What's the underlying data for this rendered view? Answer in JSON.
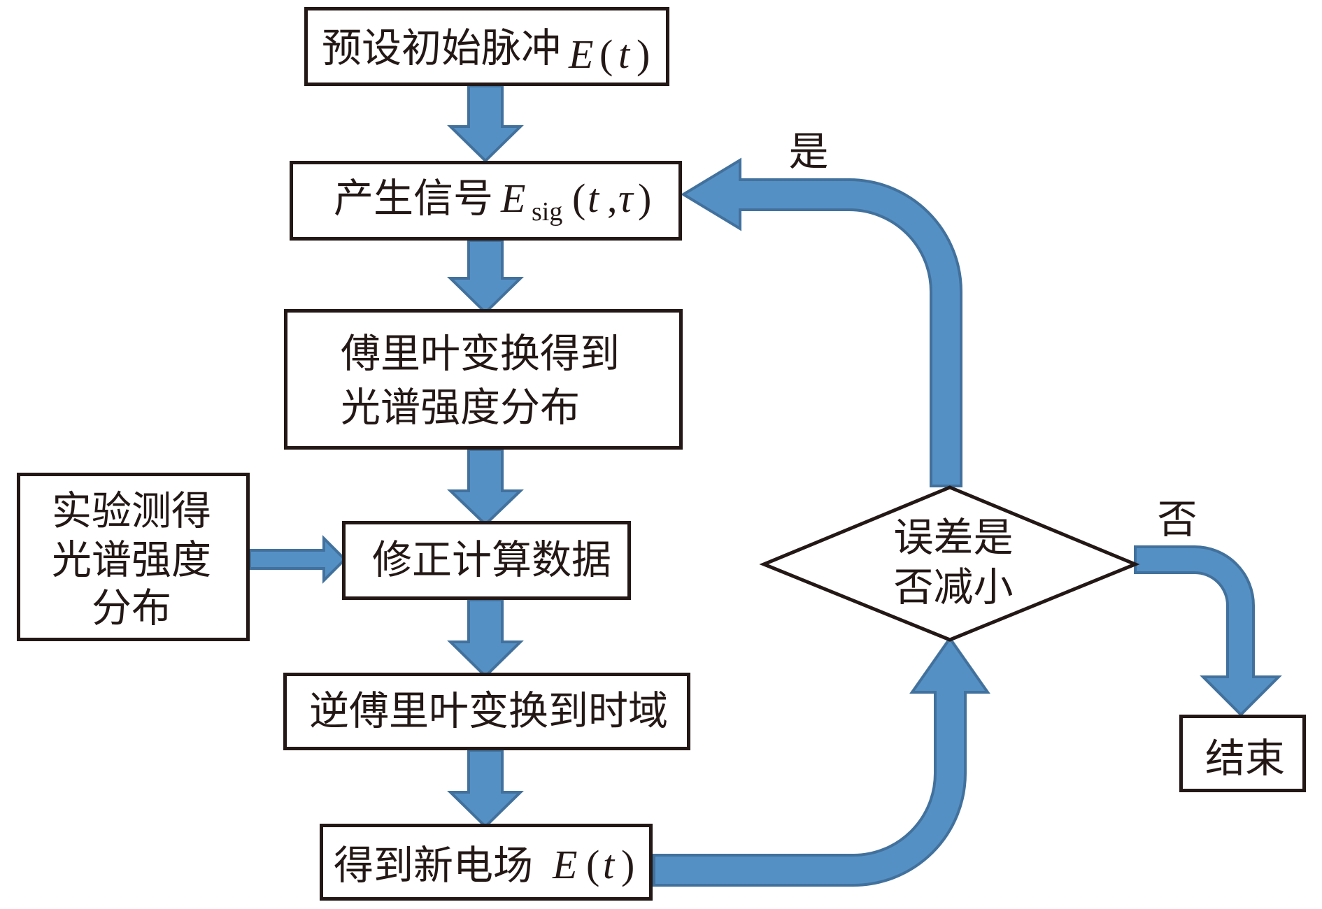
{
  "theme": {
    "arrow_fill": "#5590c5",
    "arrow_outline": "#41719c",
    "shape_outline": "#231815",
    "text": "#231815",
    "background": "#ffffff"
  },
  "nodes": {
    "initial_pulse": {
      "label": "预设初始脉冲",
      "math": {
        "symbol": "E",
        "open": "(",
        "var": "t",
        "close": ")"
      }
    },
    "generate_signal": {
      "label": "产生信号",
      "math": {
        "symbol": "E",
        "subscript": "sig",
        "open": "(",
        "var1": "t",
        "sep": ",",
        "var2": "τ",
        "close": ")"
      }
    },
    "fourier_transform": {
      "lines": [
        "傅里叶变换得到",
        "光谱强度分布"
      ]
    },
    "measured_spectrum": {
      "lines": [
        "实验测得",
        "光谱强度",
        "分布"
      ]
    },
    "correct_data": {
      "label": "修正计算数据"
    },
    "inverse_fourier": {
      "label": "逆傅里叶变换到时域"
    },
    "new_field": {
      "label": "得到新电场",
      "math": {
        "symbol": "E",
        "open": "(",
        "var": "t",
        "close": ")"
      }
    },
    "decision": {
      "lines": [
        "误差是",
        "否减小"
      ]
    },
    "end": {
      "label": "结束"
    }
  },
  "branch_labels": {
    "yes": "是",
    "no": "否"
  },
  "edges": [
    {
      "from": "initial_pulse",
      "to": "generate_signal"
    },
    {
      "from": "generate_signal",
      "to": "fourier_transform"
    },
    {
      "from": "fourier_transform",
      "to": "correct_data"
    },
    {
      "from": "measured_spectrum",
      "to": "correct_data"
    },
    {
      "from": "correct_data",
      "to": "inverse_fourier"
    },
    {
      "from": "inverse_fourier",
      "to": "new_field"
    },
    {
      "from": "new_field",
      "to": "decision"
    },
    {
      "from": "decision",
      "to": "generate_signal",
      "label": "是"
    },
    {
      "from": "decision",
      "to": "end",
      "label": "否"
    }
  ]
}
